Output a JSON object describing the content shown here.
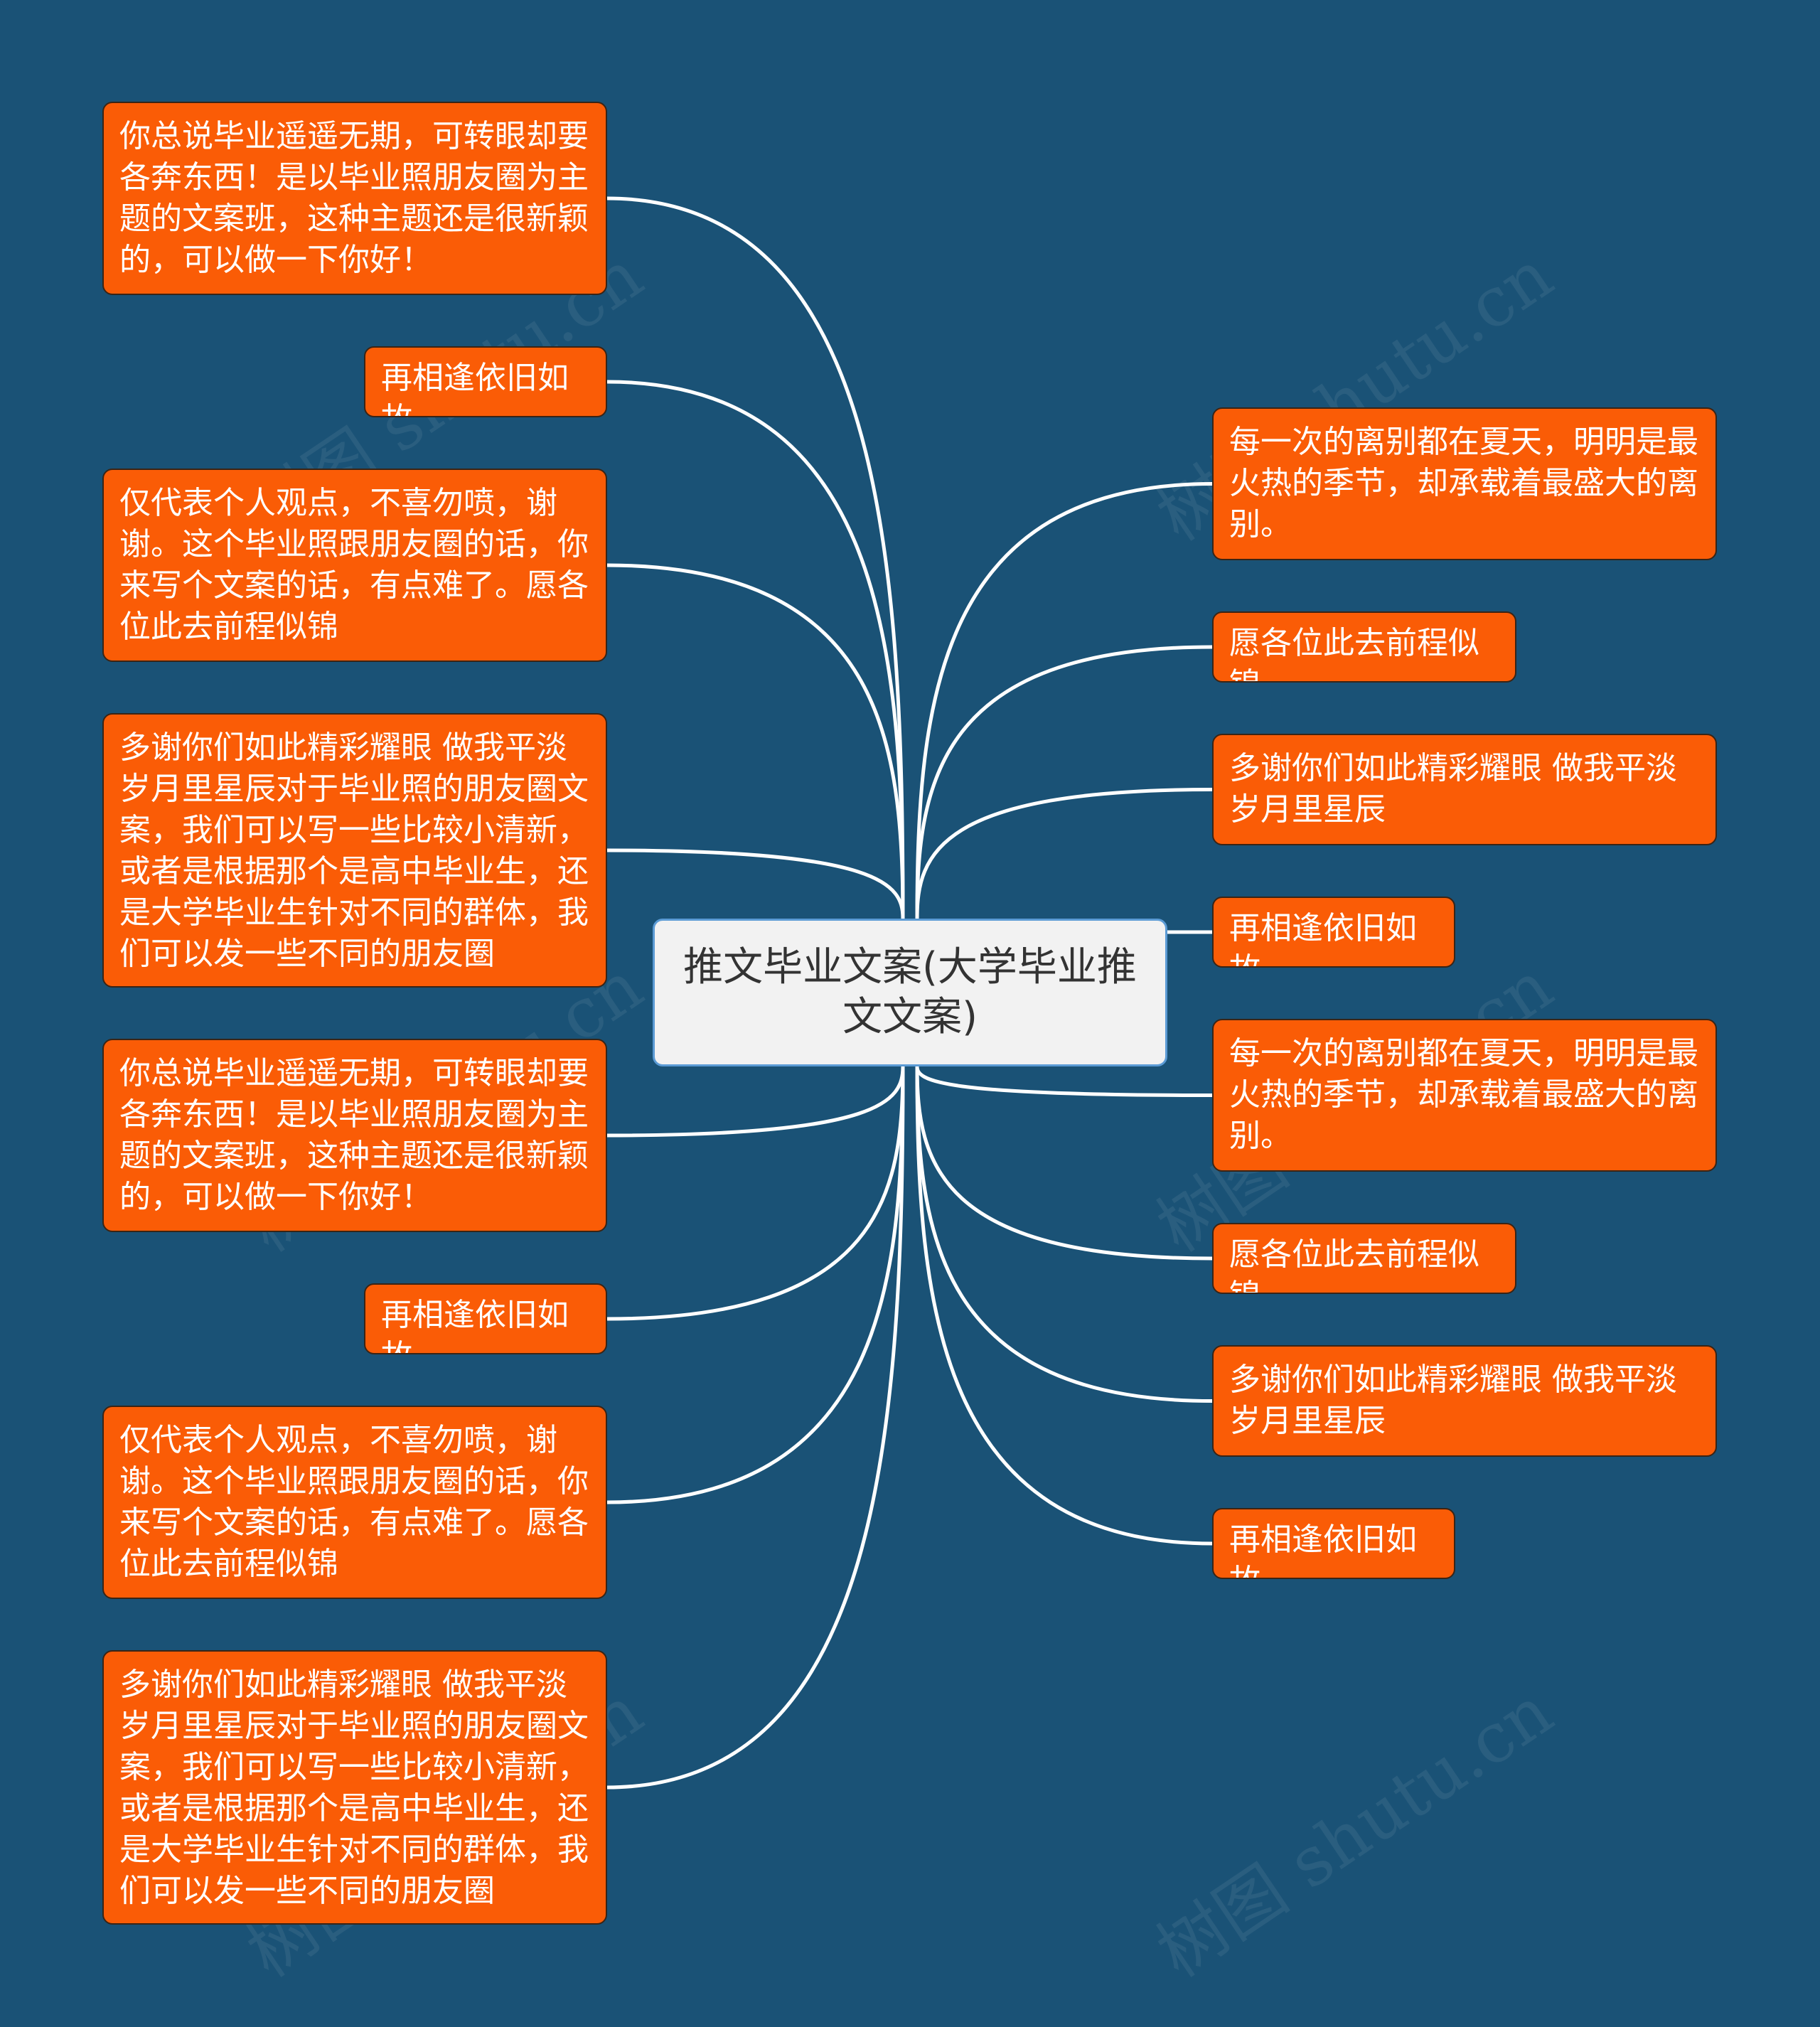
{
  "center": {
    "title": "推文毕业文案(大学毕业推文文案)"
  },
  "left_nodes": [
    "你总说毕业遥遥无期，可转眼却要各奔东西！是以毕业照朋友圈为主题的文案班，这种主题还是很新颖的，可以做一下你好！",
    "再相逢依旧如故",
    "仅代表个人观点，不喜勿喷，谢谢。这个毕业照跟朋友圈的话，你来写个文案的话，有点难了。愿各位此去前程似锦",
    "多谢你们如此精彩耀眼 做我平淡岁月里星辰对于毕业照的朋友圈文案，我们可以写一些比较小清新，或者是根据那个是高中毕业生，还是大学毕业生针对不同的群体，我们可以发一些不同的朋友圈",
    "你总说毕业遥遥无期，可转眼却要各奔东西！是以毕业照朋友圈为主题的文案班，这种主题还是很新颖的，可以做一下你好！",
    "再相逢依旧如故",
    "仅代表个人观点，不喜勿喷，谢谢。这个毕业照跟朋友圈的话，你来写个文案的话，有点难了。愿各位此去前程似锦",
    "多谢你们如此精彩耀眼 做我平淡岁月里星辰对于毕业照的朋友圈文案，我们可以写一些比较小清新，或者是根据那个是高中毕业生，还是大学毕业生针对不同的群体，我们可以发一些不同的朋友圈"
  ],
  "right_nodes": [
    "每一次的离别都在夏天，明明是最火热的季节，却承载着最盛大的离别。",
    "愿各位此去前程似锦",
    "多谢你们如此精彩耀眼 做我平淡岁月里星辰",
    "再相逢依旧如故",
    "每一次的离别都在夏天，明明是最火热的季节，却承载着最盛大的离别。",
    "愿各位此去前程似锦",
    "多谢你们如此精彩耀眼 做我平淡岁月里星辰",
    "再相逢依旧如故"
  ],
  "watermark": "树图 shutu.cn",
  "colors": {
    "background": "#1a5276",
    "node_fill": "#fa5c06",
    "center_fill": "#f2f2f2",
    "center_border": "#5b9bd5",
    "connector": "#ffffff"
  }
}
